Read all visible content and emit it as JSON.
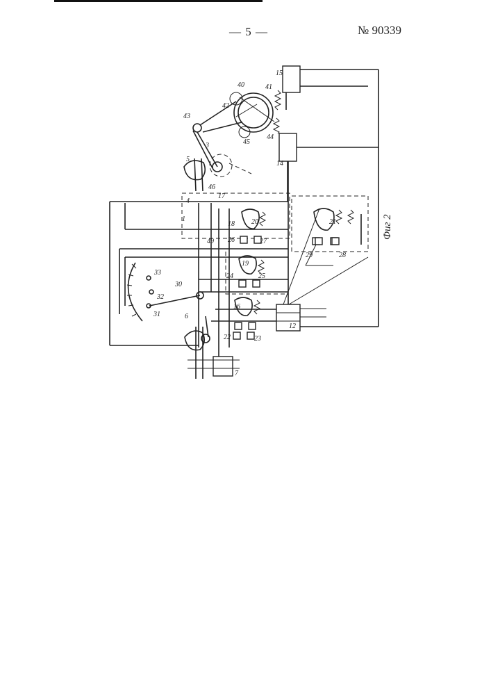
{
  "header": {
    "page_number": "— 5 —",
    "patent_number": "№ 90339"
  },
  "figure": {
    "caption": "Фиг 2",
    "labels": {
      "l1": "1",
      "l3": "3",
      "l4": "4",
      "l5": "5",
      "l6": "6",
      "l7": "7",
      "l12": "12",
      "l14": "14",
      "l15": "15",
      "l16": "16",
      "l17": "17",
      "l18": "18",
      "l19": "19",
      "l20": "20",
      "l21": "21",
      "l22": "22",
      "l23": "23",
      "l24": "24",
      "l25": "25",
      "l26": "26",
      "l27": "27",
      "l28": "28",
      "l29": "29",
      "l30": "30",
      "l31": "31",
      "l32": "32",
      "l33": "33",
      "l40": "40",
      "l41": "41",
      "l42": "42",
      "l43": "43",
      "l44": "44",
      "l45": "45",
      "l46": "46",
      "l49": "49"
    }
  }
}
